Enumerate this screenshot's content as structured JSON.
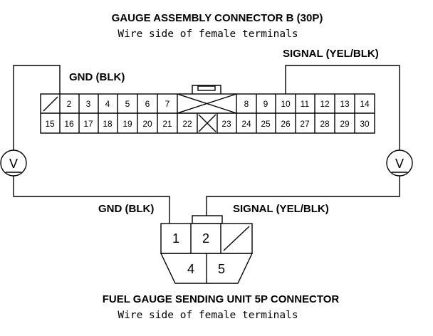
{
  "top_connector": {
    "title": "GAUGE ASSEMBLY CONNECTOR B (30P)",
    "subtitle": "Wire side of female terminals",
    "gnd_label": "GND (BLK)",
    "signal_label": "SIGNAL (YEL/BLK)",
    "row1": [
      "",
      "2",
      "3",
      "4",
      "5",
      "6",
      "7",
      "",
      "8",
      "9",
      "10",
      "11",
      "12",
      "13",
      "14"
    ],
    "row2": [
      "15",
      "16",
      "17",
      "18",
      "19",
      "20",
      "21",
      "22",
      "",
      "23",
      "24",
      "25",
      "26",
      "27",
      "28",
      "29",
      "30"
    ]
  },
  "bottom_connector": {
    "title": "FUEL GAUGE SENDING UNIT 5P CONNECTOR",
    "subtitle": "Wire side of female terminals",
    "gnd_label": "GND (BLK)",
    "signal_label": "SIGNAL (YEL/BLK)",
    "pins": [
      "1",
      "2",
      "4",
      "5"
    ]
  },
  "meters": {
    "left_symbol": "V",
    "right_symbol": "V"
  }
}
